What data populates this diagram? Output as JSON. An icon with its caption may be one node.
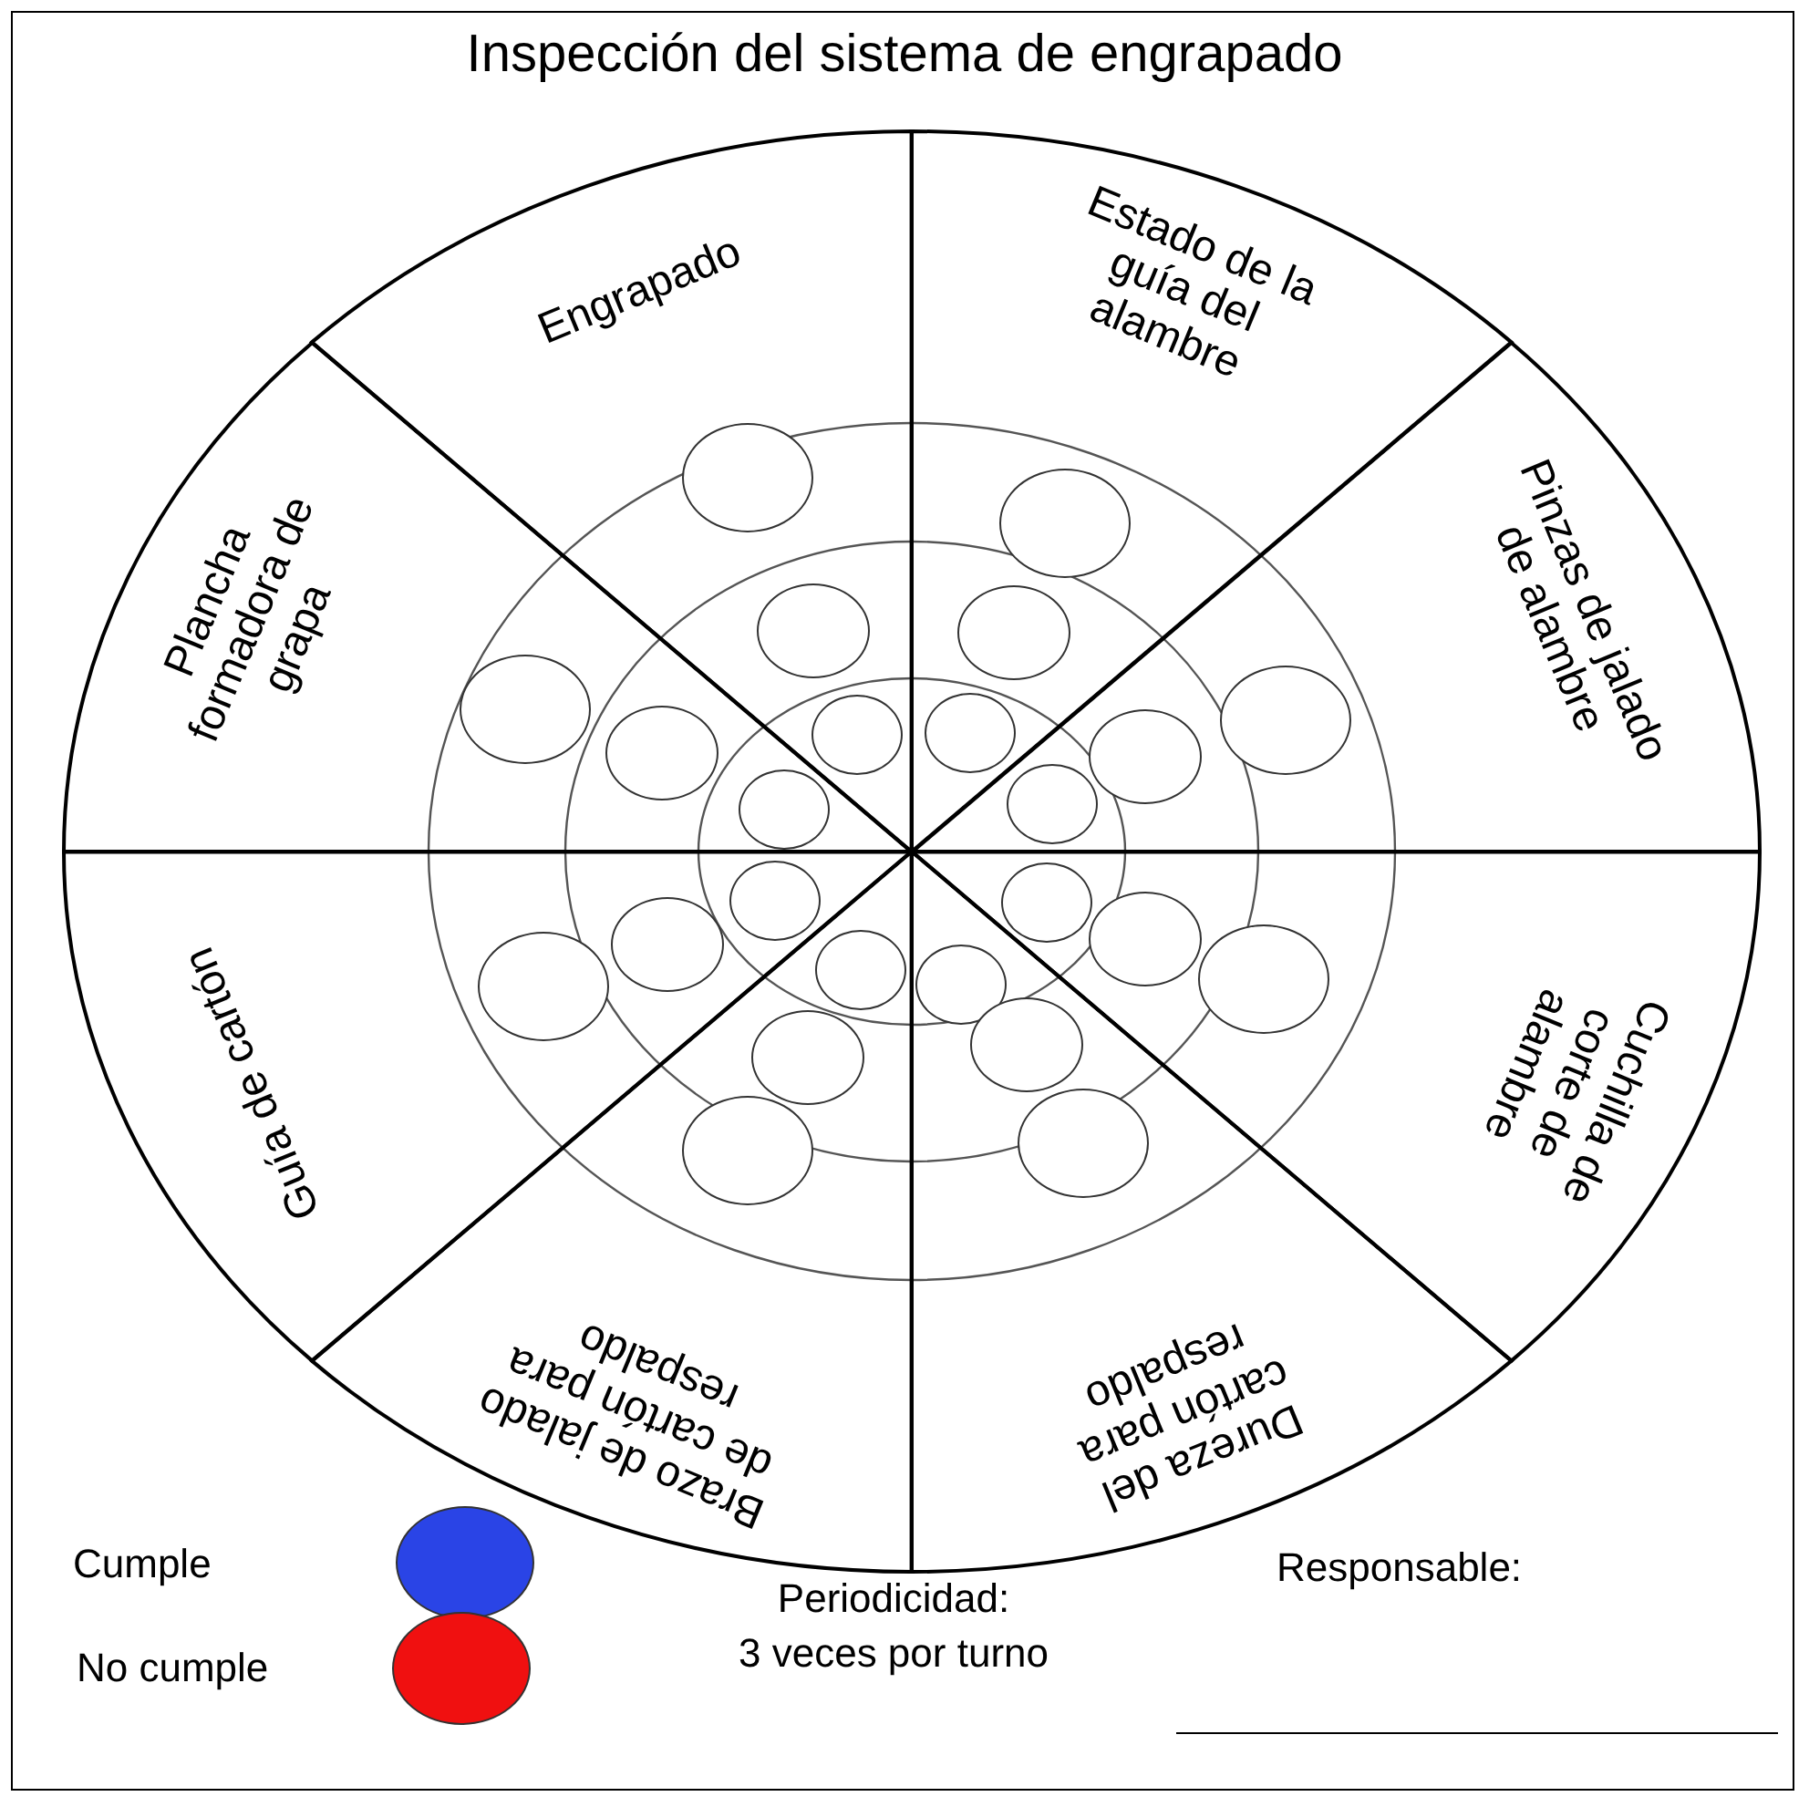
{
  "diagram": {
    "title": "Inspección del sistema de engrapado",
    "nodes": [
      {
        "text": [
          "Engrapado"
        ]
      },
      {
        "text": [
          "Estado de la guía del alambre"
        ]
      },
      {
        "text": [
          "Plancha formadora de grapa"
        ]
      },
      {
        "text": [
          "Pinzas de jalado de alambre"
        ]
      },
      {
        "text": [
          "Guía de cartón"
        ]
      },
      {
        "text": [
          "Cuchilla de corte de alambre"
        ]
      },
      {
        "text": [
          "Brazo de jalado de cartón para respaldo"
        ]
      },
      {
        "text": [
          "Dureza del cartón para respaldo"
        ]
      },
      {
        "text": [],
        "shape": "circle",
        "in": 0
      },
      {
        "text": [],
        "shape": "circle",
        "in": 1
      },
      {
        "text": [],
        "shape": "circle",
        "in": 0
      },
      {
        "text": [],
        "shape": "circle",
        "in": 1
      },
      {
        "text": [],
        "shape": "circle",
        "in": 2
      },
      {
        "text": [],
        "shape": "circle",
        "in": 3
      },
      {
        "text": [],
        "shape": "circle",
        "in": 0
      },
      {
        "text": [],
        "shape": "circle",
        "in": 1
      },
      {
        "text": [],
        "shape": "circle",
        "in": 2
      },
      {
        "text": [],
        "shape": "circle",
        "in": 3
      },
      {
        "text": [],
        "shape": "circle",
        "in": 2
      },
      {
        "text": [],
        "shape": "circle",
        "in": 3
      },
      {
        "text": [],
        "shape": "circle",
        "in": 4
      },
      {
        "text": [],
        "shape": "circle",
        "in": 5
      },
      {
        "text": [],
        "shape": "circle",
        "in": 5
      },
      {
        "text": [],
        "shape": "circle",
        "in": 4
      },
      {
        "text": [],
        "shape": "circle",
        "in": 6
      },
      {
        "text": [],
        "shape": "circle",
        "in": 7
      },
      {
        "text": [],
        "shape": "circle",
        "in": 5
      },
      {
        "text": [],
        "shape": "circle",
        "in": 4
      },
      {
        "text": [],
        "shape": "circle",
        "in": 7
      },
      {
        "text": [],
        "shape": "circle",
        "in": 6
      },
      {
        "text": [],
        "shape": "circle",
        "in": 7
      },
      {
        "text": [],
        "shape": "circle",
        "in": 6
      }
    ],
    "labels": [
      "Periodicidad: 3 veces por turno",
      "Responsable:"
    ],
    "legend": [
      {
        "text": "Cumple",
        "color": "#2a44e6"
      },
      {
        "text": "No cumple",
        "color": "#f01010"
      }
    ]
  }
}
